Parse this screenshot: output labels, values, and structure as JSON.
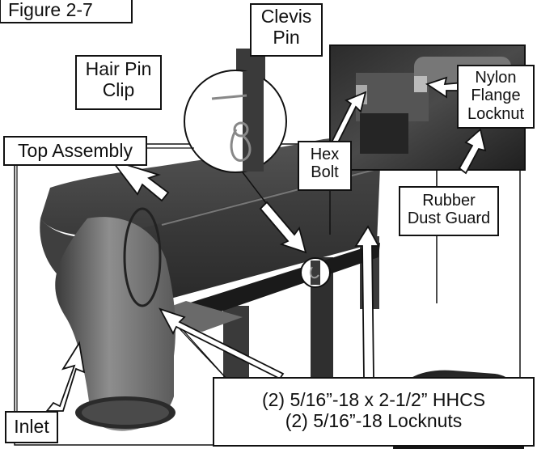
{
  "figure_label": "Figure 2-7",
  "labels": {
    "clevis_pin": [
      "Clevis",
      "Pin"
    ],
    "hair_pin_clip": [
      "Hair Pin",
      "Clip"
    ],
    "top_assembly": [
      "Top Assembly"
    ],
    "nylon_flange_locknut": [
      "Nylon",
      "Flange",
      "Locknut"
    ],
    "hex_bolt": [
      "Hex",
      "Bolt"
    ],
    "rubber_dust_guard": [
      "Rubber",
      "Dust Guard"
    ],
    "hardware": [
      "(2) 5/16”-18 x 2-1/2” HHCS",
      "(2) 5/16”-18 Locknuts"
    ],
    "inlet": [
      "Inlet"
    ]
  },
  "colors": {
    "label_border": "#111111",
    "label_fill": "#ffffff",
    "body_dark": "#2d2d2d",
    "body_mid": "#4a4a4a",
    "metal_light": "#9c9c9c",
    "arrow_fill": "#ffffff"
  }
}
